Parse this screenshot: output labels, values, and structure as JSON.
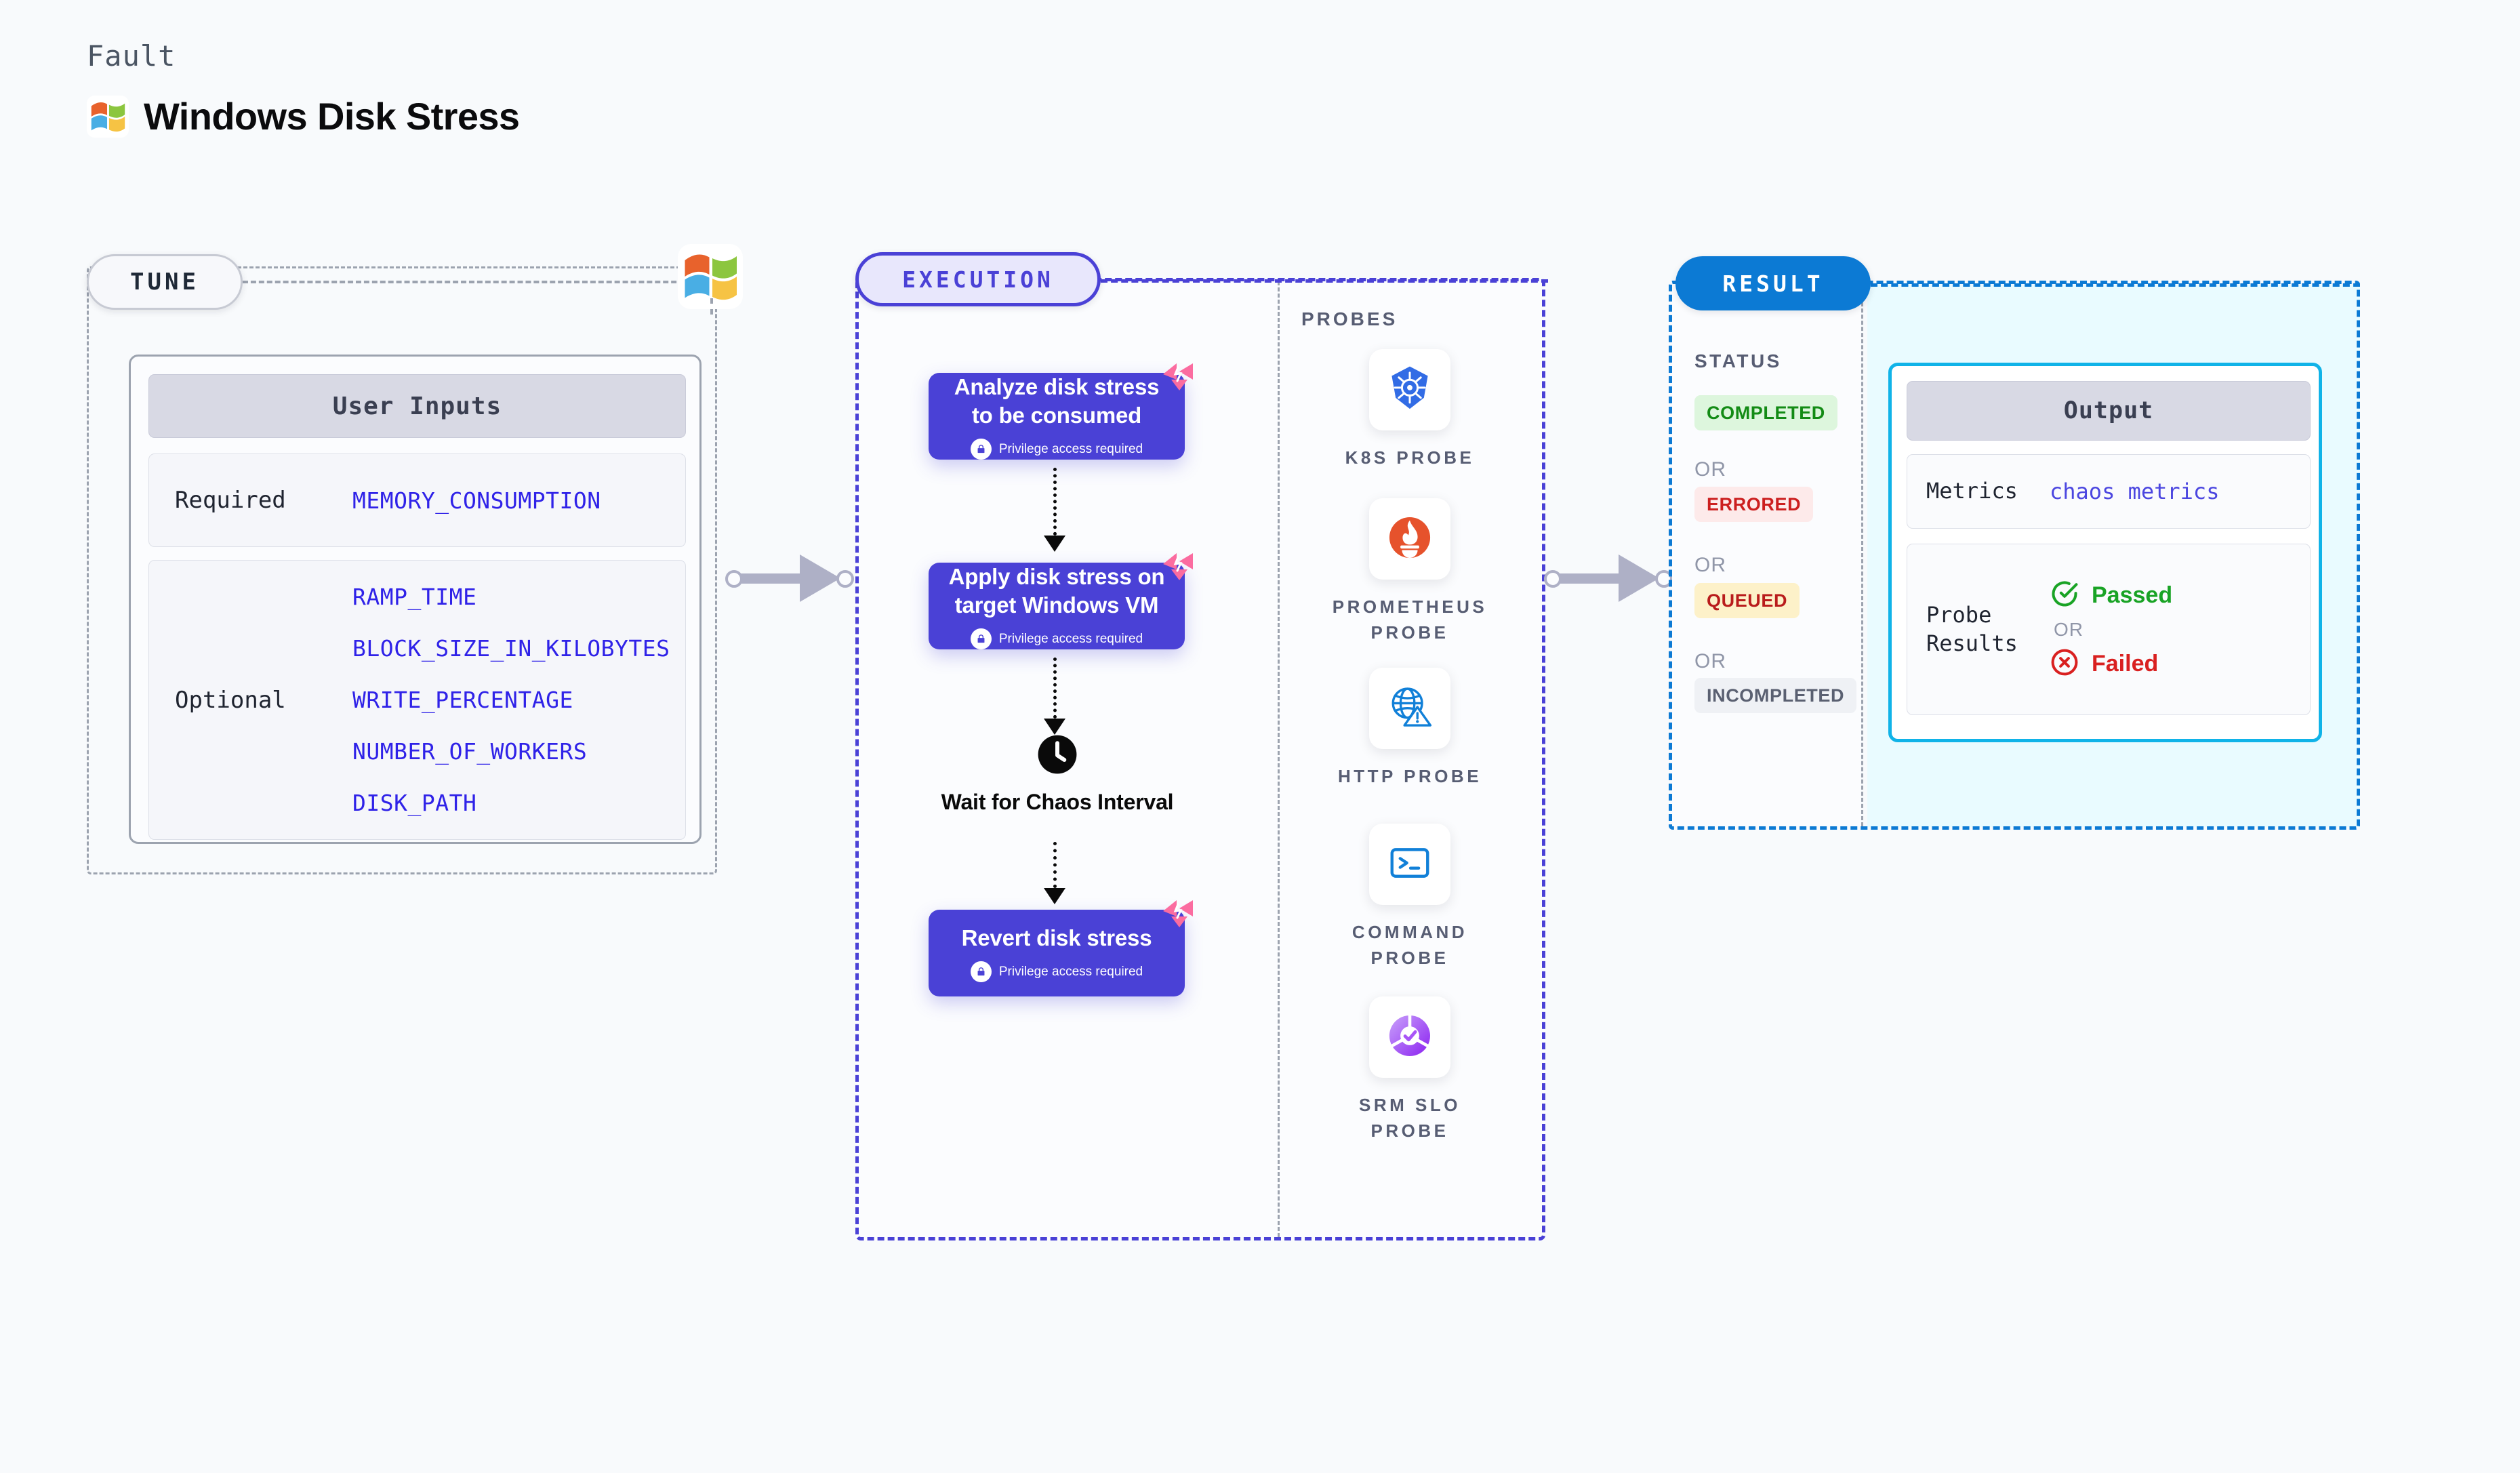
{
  "header": {
    "fault_label": "Fault",
    "title": "Windows Disk Stress",
    "logo_icon": "windows-logo-icon"
  },
  "tune": {
    "pill_label": "TUNE",
    "logo_icon": "windows-logo-icon",
    "card": {
      "header": "User Inputs",
      "rows": [
        {
          "label": "Required",
          "params": [
            "MEMORY_CONSUMPTION"
          ]
        },
        {
          "label": "Optional",
          "params": [
            "RAMP_TIME",
            "BLOCK_SIZE_IN_KILOBYTES",
            "WRITE_PERCENTAGE",
            "NUMBER_OF_WORKERS",
            "DISK_PATH"
          ]
        }
      ]
    }
  },
  "execution": {
    "pill_label": "EXECUTION",
    "privilege_text": "Privilege access required",
    "nodes": [
      {
        "title": "Analyze disk stress to be consumed",
        "privilege": true,
        "ribbon_icon": "chaos-ribbon-icon"
      },
      {
        "title": "Apply disk stress on target Windows VM",
        "privilege": true,
        "ribbon_icon": "chaos-ribbon-icon"
      },
      {
        "title": "Revert disk stress",
        "privilege": true,
        "ribbon_icon": "chaos-ribbon-icon"
      }
    ],
    "wait": {
      "label": "Wait for Chaos Interval",
      "icon": "clock-icon"
    },
    "probes_label": "PROBES",
    "probes": [
      {
        "name": "K8S PROBE",
        "icon": "kubernetes-icon"
      },
      {
        "name": "PROMETHEUS PROBE",
        "icon": "prometheus-icon"
      },
      {
        "name": "HTTP PROBE",
        "icon": "http-globe-warning-icon"
      },
      {
        "name": "COMMAND PROBE",
        "icon": "terminal-icon"
      },
      {
        "name": "SRM SLO PROBE",
        "icon": "srm-slo-icon"
      }
    ]
  },
  "result": {
    "pill_label": "RESULT",
    "status_label": "STATUS",
    "or_label": "OR",
    "statuses": [
      {
        "label": "COMPLETED",
        "bg": "#ddf6dd",
        "fg": "#138b15"
      },
      {
        "label": "ERRORED",
        "bg": "#fdeaea",
        "fg": "#cc1f1f"
      },
      {
        "label": "QUEUED",
        "bg": "#fdf1c9",
        "fg": "#b91c1c"
      },
      {
        "label": "INCOMPLETED",
        "bg": "#eff1f5",
        "fg": "#5a6071"
      }
    ],
    "output": {
      "header": "Output",
      "metrics_label": "Metrics",
      "metrics_value": "chaos metrics",
      "probe_results_label": "Probe Results",
      "passed_label": "Passed",
      "failed_label": "Failed",
      "or_label": "OR",
      "passed_icon": "check-circle-icon",
      "failed_icon": "x-circle-icon"
    }
  },
  "colors": {
    "execution_purple": "#4a41d6",
    "result_blue": "#0c7ad4",
    "output_cyan": "#10b3e8",
    "param_blue": "#2f22e8",
    "ribbon_pink": "#fb6ca0"
  }
}
